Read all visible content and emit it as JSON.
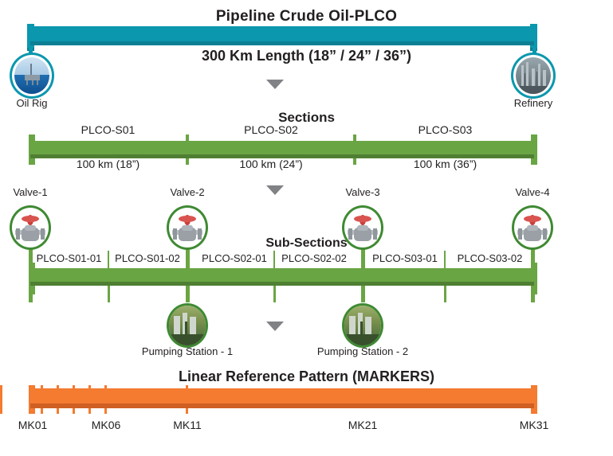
{
  "diagram": {
    "title": "Pipeline Crude Oil-PLCO",
    "subtitle": "300 Km Length (18” / 24” / 36”)",
    "endpoints": {
      "source": {
        "label": "Oil Rig",
        "icon": "oil-rig-icon"
      },
      "destination": {
        "label": "Refinery",
        "icon": "refinery-icon"
      }
    },
    "colors": {
      "pipeline": "#0b97ae",
      "pipeline_shadow": "#0c7f94",
      "sections": "#6aa544",
      "sections_shadow": "#4f7f33",
      "valve_ring": "#3f8a33",
      "markers": "#f47b30",
      "markers_shadow": "#cf5f22",
      "arrow": "#808285",
      "text": "#231f20"
    },
    "arrows": [
      "down-arrow-icon",
      "down-arrow-icon",
      "down-arrow-icon"
    ]
  },
  "sections": {
    "heading": "Sections",
    "items": [
      {
        "name": "PLCO-S01",
        "length": "100 km (18”)"
      },
      {
        "name": "PLCO-S02",
        "length": "100 km (24”)"
      },
      {
        "name": "PLCO-S03",
        "length": "100 km (36”)"
      }
    ]
  },
  "subsections": {
    "heading": "Sub-Sections",
    "items": [
      {
        "name": "PLCO-S01-01"
      },
      {
        "name": "PLCO-S01-02"
      },
      {
        "name": "PLCO-S02-01"
      },
      {
        "name": "PLCO-S02-02"
      },
      {
        "name": "PLCO-S03-01"
      },
      {
        "name": "PLCO-S03-02"
      }
    ]
  },
  "valves": [
    {
      "label": "Valve-1",
      "icon": "valve-icon"
    },
    {
      "label": "Valve-2",
      "icon": "valve-icon"
    },
    {
      "label": "Valve-3",
      "icon": "valve-icon"
    },
    {
      "label": "Valve-4",
      "icon": "valve-icon"
    }
  ],
  "pumping_stations": [
    {
      "label": "Pumping Station - 1",
      "icon": "pumping-station-icon"
    },
    {
      "label": "Pumping Station - 2",
      "icon": "pumping-station-icon"
    }
  ],
  "markers": {
    "heading": "Linear Reference Pattern (MARKERS)",
    "labels": [
      "MK01",
      "MK06",
      "MK11",
      "MK21",
      "MK31"
    ]
  }
}
